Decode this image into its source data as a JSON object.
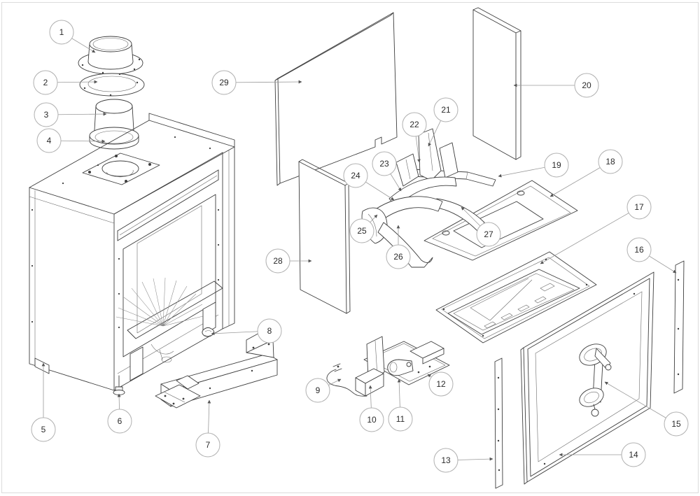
{
  "diagram": {
    "type": "exploded-parts-diagram",
    "subject": "fireplace-insert-assembly",
    "callout_radius": 17,
    "style": {
      "bg": "#ffffff",
      "line": "#3d3d3d",
      "leader": "#9a9a9a",
      "bubble_stroke": "#b0b0b0",
      "text": "#2b2b2b",
      "frame": "#dcdcdc"
    },
    "callouts": [
      {
        "label": "1",
        "circle": [
          88,
          46
        ],
        "target": [
          136,
          75
        ]
      },
      {
        "label": "2",
        "circle": [
          65,
          118
        ],
        "target": [
          139,
          117
        ]
      },
      {
        "label": "3",
        "circle": [
          66,
          164
        ],
        "target": [
          152,
          163
        ]
      },
      {
        "label": "4",
        "circle": [
          70,
          201
        ],
        "target": [
          150,
          202
        ]
      },
      {
        "label": "5",
        "circle": [
          62,
          614
        ],
        "target": [
          62,
          519
        ]
      },
      {
        "label": "6",
        "circle": [
          171,
          602
        ],
        "target": [
          170,
          563
        ]
      },
      {
        "label": "7",
        "circle": [
          297,
          636
        ],
        "target": [
          299,
          572
        ]
      },
      {
        "label": "8",
        "circle": [
          385,
          473
        ],
        "target": [
          302,
          477
        ]
      },
      {
        "label": "9",
        "circle": [
          454,
          558
        ],
        "target": [
          487,
          542
        ]
      },
      {
        "label": "10",
        "circle": [
          531,
          600
        ],
        "target": [
          529,
          551
        ]
      },
      {
        "label": "11",
        "circle": [
          572,
          599
        ],
        "target": [
          570,
          542
        ]
      },
      {
        "label": "12",
        "circle": [
          630,
          549
        ],
        "target": [
          611,
          535
        ]
      },
      {
        "label": "13",
        "circle": [
          637,
          658
        ],
        "target": [
          704,
          656
        ]
      },
      {
        "label": "14",
        "circle": [
          905,
          650
        ],
        "target": [
          799,
          650
        ]
      },
      {
        "label": "15",
        "circle": [
          966,
          606
        ],
        "target": [
          864,
          546
        ]
      },
      {
        "label": "16",
        "circle": [
          913,
          357
        ],
        "target": [
          966,
          390
        ]
      },
      {
        "label": "17",
        "circle": [
          913,
          296
        ],
        "target": [
          772,
          377
        ]
      },
      {
        "label": "18",
        "circle": [
          872,
          231
        ],
        "target": [
          786,
          281
        ]
      },
      {
        "label": "19",
        "circle": [
          795,
          236
        ],
        "target": [
          712,
          252
        ]
      },
      {
        "label": "20",
        "circle": [
          838,
          122
        ],
        "target": [
          734,
          122
        ]
      },
      {
        "label": "21",
        "circle": [
          637,
          157
        ],
        "target": [
          612,
          209
        ]
      },
      {
        "label": "22",
        "circle": [
          592,
          178
        ],
        "target": [
          599,
          232
        ]
      },
      {
        "label": "23",
        "circle": [
          549,
          234
        ],
        "target": [
          573,
          273
        ]
      },
      {
        "label": "24",
        "circle": [
          508,
          251
        ],
        "target": [
          563,
          286
        ]
      },
      {
        "label": "25",
        "circle": [
          517,
          330
        ],
        "target": [
          539,
          307
        ]
      },
      {
        "label": "26",
        "circle": [
          569,
          367
        ],
        "target": [
          569,
          322
        ]
      },
      {
        "label": "27",
        "circle": [
          698,
          335
        ],
        "target": [
          659,
          296
        ]
      },
      {
        "label": "28",
        "circle": [
          397,
          373
        ],
        "target": [
          445,
          373
        ]
      },
      {
        "label": "29",
        "circle": [
          320,
          118
        ],
        "target": [
          431,
          117
        ]
      }
    ]
  }
}
